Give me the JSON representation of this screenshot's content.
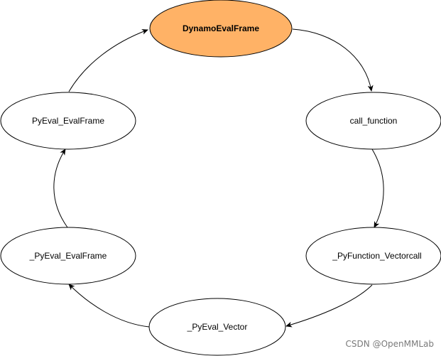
{
  "nodes": {
    "dynamo_eval_frame": "DynamoEvalFrame",
    "call_function": "call_function",
    "pyfunction_vectorcall": "_PyFunction_Vectorcall",
    "pyeval_vector": "_PyEval_Vector",
    "pyeval_evalframe_internal": "_PyEval_EvalFrame",
    "pyeval_evalframe": "PyEval_EvalFrame"
  },
  "colors": {
    "highlight_fill": "#ffb266",
    "default_fill": "#ffffff",
    "stroke": "#000000"
  },
  "watermark": "CSDN @OpenMMLab"
}
